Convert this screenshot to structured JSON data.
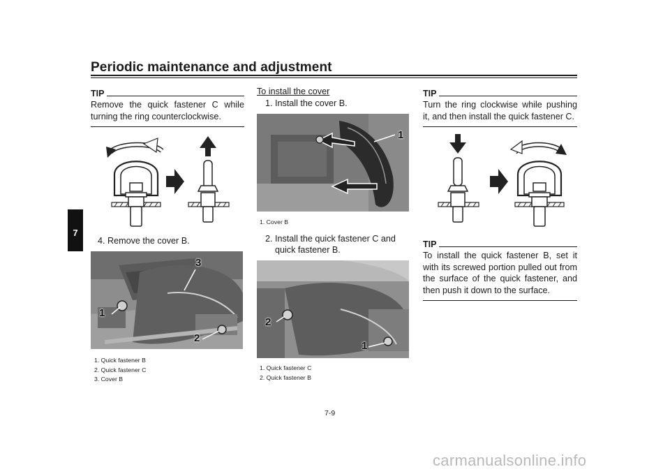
{
  "header": {
    "title": "Periodic maintenance and adjustment",
    "chapter": "7"
  },
  "col1": {
    "tip": {
      "label": "TIP",
      "text": "Remove the quick fastener C while turning the ring counterclockwise."
    },
    "step": "4. Remove the cover B.",
    "photo_labels": [
      "1",
      "2",
      "3"
    ],
    "captions": [
      "1.  Quick fastener B",
      "2.  Quick fastener C",
      "3.  Cover B"
    ]
  },
  "col2": {
    "heading": "To install the cover",
    "step1": "1. Install the cover B.",
    "photo1_labels": [
      "1"
    ],
    "caption1": "1.  Cover B",
    "step2_line1": "2. Install the quick fastener C and",
    "step2_line2": "quick fastener B.",
    "photo2_labels": [
      "2",
      "1"
    ],
    "captions2": [
      "1.  Quick fastener C",
      "2.  Quick fastener B"
    ]
  },
  "col3": {
    "tip1": {
      "label": "TIP",
      "text": "Turn the ring clockwise while pushing it, and then install the quick fastener C."
    },
    "tip2": {
      "label": "TIP",
      "text": "To install the quick fastener B, set it with its screwed portion pulled out from the surface of the quick fastener, and then push it down to the surface."
    }
  },
  "footer": {
    "page": "7-9",
    "watermark": "carmanualsonline.info"
  }
}
